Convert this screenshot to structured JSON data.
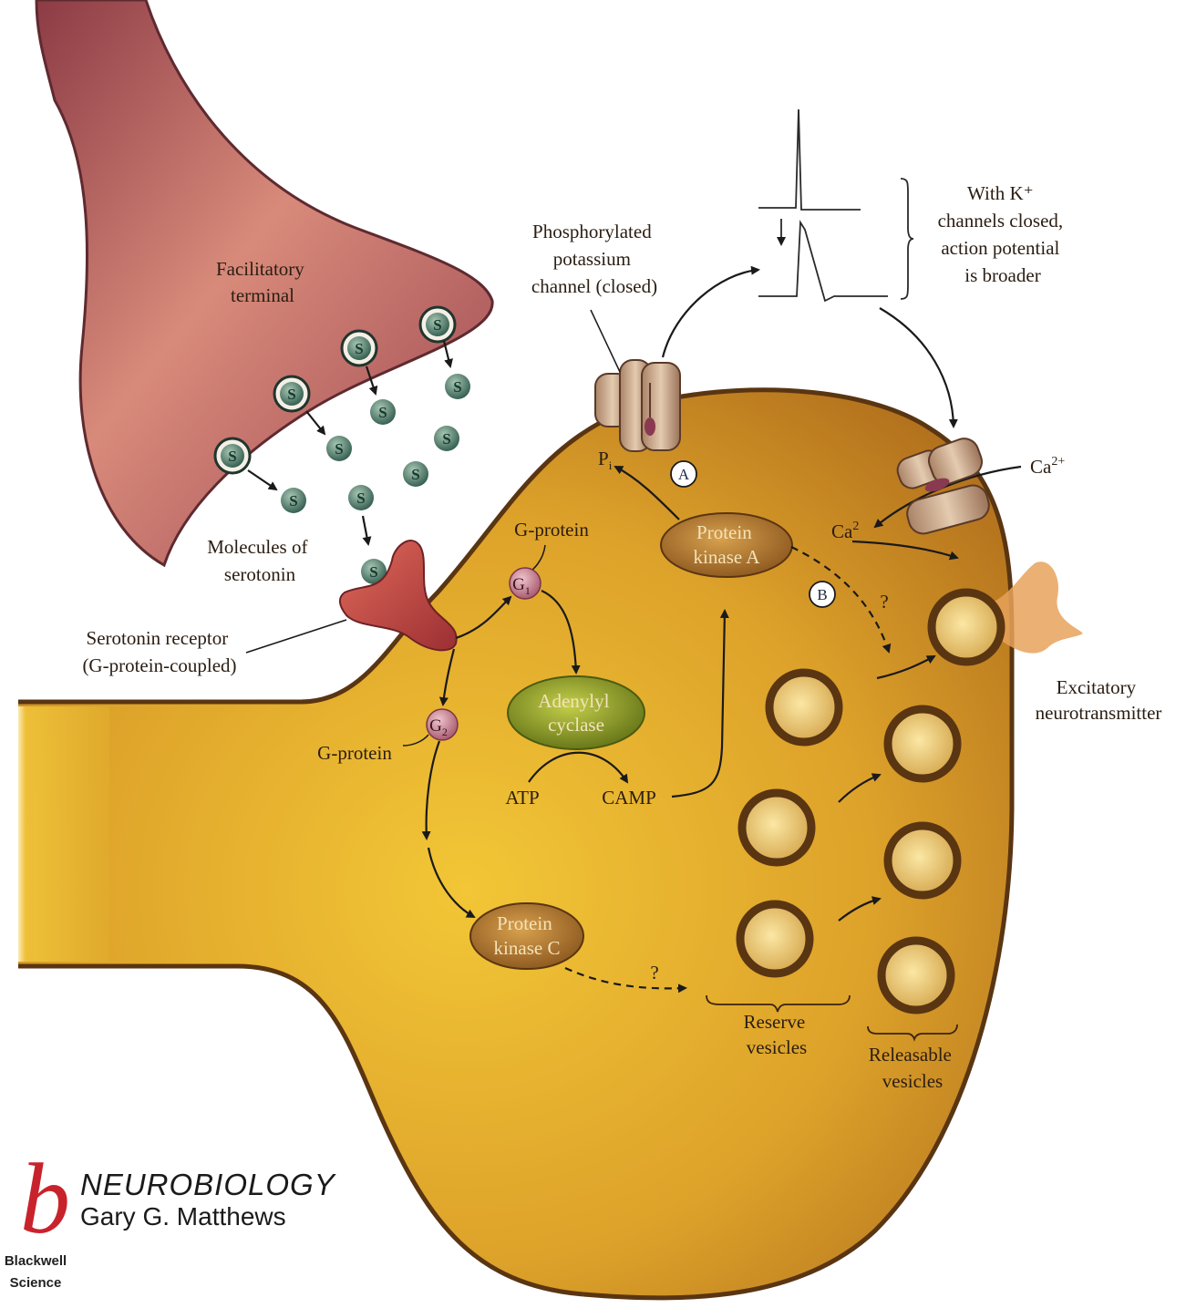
{
  "labels": {
    "facilitatory_terminal": [
      "Facilitatory",
      "terminal"
    ],
    "molecules_of_serotonin": [
      "Molecules of",
      "serotonin"
    ],
    "serotonin_receptor": [
      "Serotonin receptor",
      "(G-protein-coupled)"
    ],
    "g_protein_top": "G-protein",
    "g_protein_bottom": "G-protein",
    "g1": "G",
    "g1_sub": "1",
    "g2": "G",
    "g2_sub": "2",
    "adenylyl_cyclase": [
      "Adenylyl",
      "cyclase"
    ],
    "atp": "ATP",
    "camp": "CAMP",
    "protein_kinase_a": [
      "Protein",
      "kinase A"
    ],
    "protein_kinase_c": [
      "Protein",
      "kinase C"
    ],
    "phosphorylated_channel": [
      "Phosphorylated",
      "potassium",
      "channel (closed)"
    ],
    "pi": "P",
    "pi_sub": "i",
    "marker_a": "A",
    "marker_b": "B",
    "question_b": "?",
    "question_c": "?",
    "ca_out": "Ca",
    "ca_out_sup": "2+",
    "ca_in": "Ca",
    "ca_in_sup": "2",
    "with_k": [
      "With K⁺",
      "channels closed,",
      "action potential",
      "is broader"
    ],
    "excitatory": [
      "Excitatory",
      "neurotransmitter"
    ],
    "reserve_vesicles": [
      "Reserve",
      "vesicles"
    ],
    "releasable_vesicles": [
      "Releasable",
      "vesicles"
    ],
    "serotonin_symbol": "S"
  },
  "footer": {
    "logo_letter": "b",
    "book_title": "NEUROBIOLOGY",
    "author": "Gary G. Matthews",
    "publisher": [
      "Blackwell",
      "Science"
    ]
  },
  "colors": {
    "terminal_fill": "#b45a5e",
    "cell_fill": "#d8a02a",
    "cell_edge": "#5a3512",
    "serotonin": "#3f6b5d",
    "enzyme": "#9a6220",
    "cyclase": "#7a8a1c",
    "logo": "#c8232c"
  }
}
